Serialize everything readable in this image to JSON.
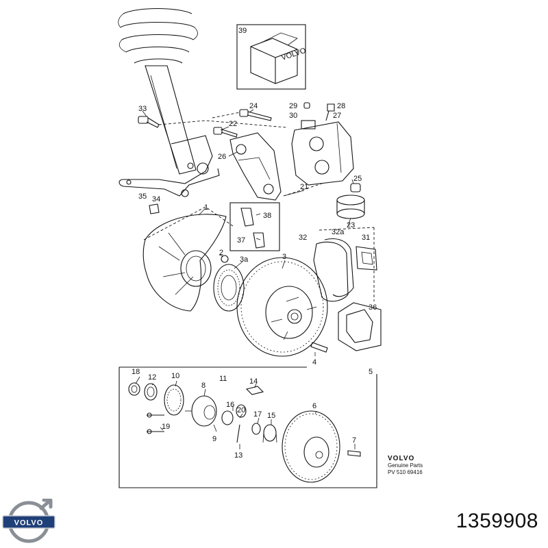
{
  "part_number": "1359908",
  "brand_logo_text": "VOLVO",
  "brand_logo_icon": "volvo-iron-mark-icon",
  "footer": {
    "brand": "VOLVO",
    "line1": "Genuine Parts",
    "line2": "PV  510  69416"
  },
  "callouts": {
    "c1": "1",
    "c2": "2",
    "c3": "3",
    "c3a": "3a",
    "c4": "4",
    "c5": "5",
    "c6": "6",
    "c7": "7",
    "c8": "8",
    "c9": "9",
    "c10": "10",
    "c11": "11",
    "c12": "12",
    "c13": "13",
    "c14": "14",
    "c15": "15",
    "c16": "16",
    "c17": "17",
    "c18": "18",
    "c19": "19",
    "c20": "20",
    "c21": "21",
    "c22": "22",
    "c23": "23",
    "c24": "24",
    "c25": "25",
    "c26": "26",
    "c27": "27",
    "c28": "28",
    "c29": "29",
    "c30": "30",
    "c31": "31",
    "c32": "32",
    "c32a": "32a",
    "c33": "33",
    "c34": "34",
    "c35": "35",
    "c36": "36",
    "c37": "37",
    "c38": "38",
    "c39": "39"
  },
  "box_label": "VOLVO"
}
